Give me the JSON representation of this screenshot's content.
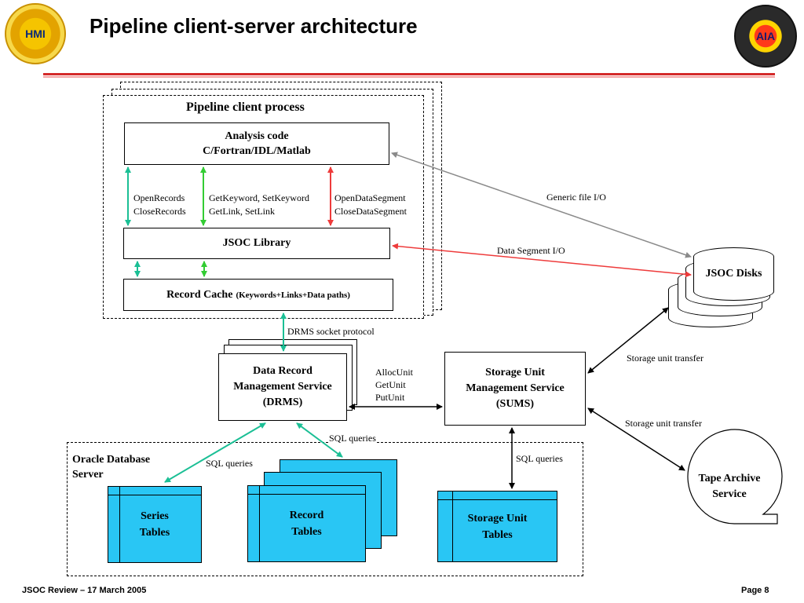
{
  "header": {
    "title": "Pipeline client-server architecture",
    "left_logo_text": "HMI",
    "right_logo_text": "AIA"
  },
  "footer": {
    "left": "JSOC Review – 17 March 2005",
    "right": "Page 8"
  },
  "client": {
    "heading": "Pipeline client process",
    "analysis_line1": "Analysis code",
    "analysis_line2": "C/Fortran/IDL/Matlab",
    "library": "JSOC Library",
    "record_cache_main": "Record Cache ",
    "record_cache_sub": "(Keywords+Links+Data paths)",
    "records_label_1": "OpenRecords",
    "records_label_2": "CloseRecords",
    "keyword_label_1": "GetKeyword, SetKeyword",
    "keyword_label_2": "GetLink, SetLink",
    "segment_label_1": "OpenDataSegment",
    "segment_label_2": "CloseDataSegment"
  },
  "labels": {
    "generic_io": "Generic file I/O",
    "segment_io": "Data Segment I/O",
    "drms_socket": "DRMS socket protocol",
    "sql_queries": "SQL queries",
    "storage_transfer": "Storage unit transfer",
    "alloc_1": "AllocUnit",
    "alloc_2": "GetUnit",
    "alloc_3": "PutUnit"
  },
  "services": {
    "drms_1": "Data Record",
    "drms_2": "Management Service",
    "drms_3": "(DRMS)",
    "sums_1": "Storage Unit",
    "sums_2": "Management Service",
    "sums_3": "(SUMS)",
    "disks": "JSOC Disks",
    "tape_1": "Tape Archive",
    "tape_2": "Service"
  },
  "database": {
    "label_1": "Oracle Database",
    "label_2": "Server",
    "series_1": "Series",
    "series_2": "Tables",
    "record_1": "Record",
    "record_2": "Tables",
    "storage_1": "Storage Unit",
    "storage_2": "Tables"
  },
  "colors": {
    "teal": "#1bbf95",
    "green": "#33cc33",
    "red": "#ee3b3b",
    "gray": "#8a8a8a",
    "table_fill": "#29c6f4",
    "header_rule": "#d42a2a"
  }
}
